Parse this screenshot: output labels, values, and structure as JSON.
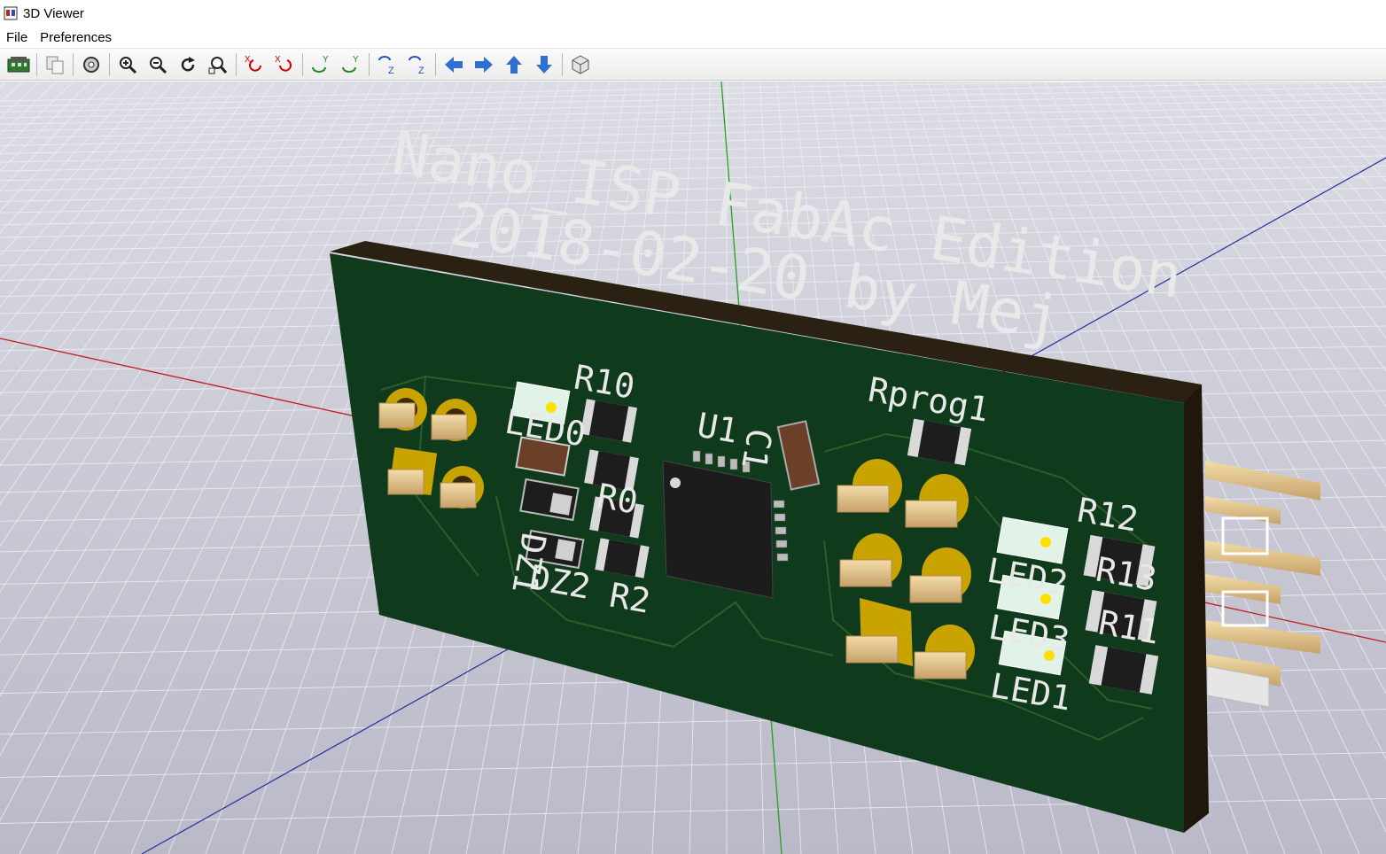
{
  "window": {
    "title": "3D Viewer"
  },
  "menu": {
    "file": "File",
    "preferences": "Preferences"
  },
  "toolbar": {
    "buttons": [
      "reload-board-icon",
      "copy-image-icon",
      "render-options-icon",
      "zoom-in-icon",
      "zoom-out-icon",
      "redraw-icon",
      "zoom-fit-icon",
      "rotate-x-cw-icon",
      "rotate-x-ccw-icon",
      "rotate-y-cw-icon",
      "rotate-y-ccw-icon",
      "rotate-z-cw-icon",
      "rotate-z-ccw-icon",
      "move-left-icon",
      "move-right-icon",
      "move-up-icon",
      "move-down-icon",
      "ortho-view-icon"
    ]
  },
  "board": {
    "title_line1": "Nano_ISP  FabAc Edition",
    "title_line2": "2018-02-20 by Mej",
    "refs": {
      "r10": "R10",
      "led0": "LED0",
      "u1": "U1",
      "c1": "C1",
      "rprog1": "Rprog1",
      "dz1": "DZ1",
      "dz2": "DZ2",
      "r2": "R2",
      "r12": "R12",
      "r13": "R13",
      "r11": "R11",
      "led2": "LED2",
      "led3": "LED3",
      "led1": "LED1",
      "r0": "R0"
    }
  },
  "colors": {
    "pcb_green": "#0f3a1c",
    "board_edge": "#2b2113",
    "pad_gold": "#c9a300",
    "pin_tan": "#dcc08a",
    "grid_bg": "#c7c7d3",
    "axis_red": "#c01f1f",
    "axis_green": "#1fa31f",
    "axis_blue": "#2a2aa0"
  }
}
